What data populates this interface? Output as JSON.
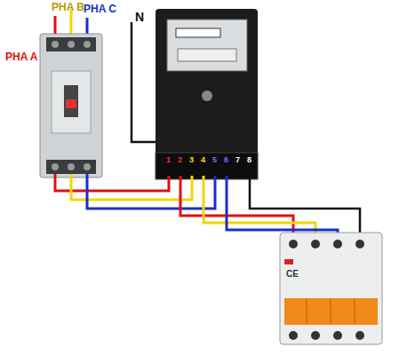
{
  "diagram": {
    "labels": [
      "PHA A",
      "PHA B",
      "PHA C",
      "N",
      "1",
      "2",
      "3",
      "4",
      "5",
      "6",
      "7",
      "8",
      "CE"
    ]
  }
}
